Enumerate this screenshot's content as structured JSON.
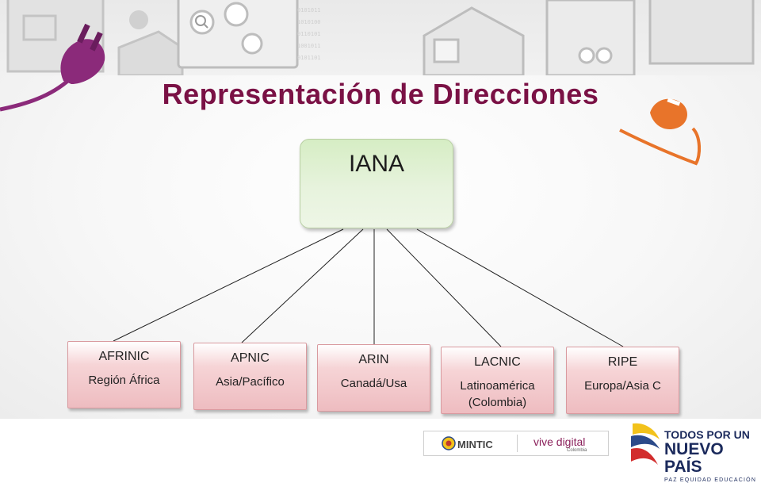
{
  "slide": {
    "title": "Representación de Direcciones"
  },
  "diagram": {
    "root": {
      "label": "IANA"
    },
    "children": [
      {
        "name": "AFRINIC",
        "region": "Región África"
      },
      {
        "name": "APNIC",
        "region": "Asia/Pacífico"
      },
      {
        "name": "ARIN",
        "region": "Canadá/Usa"
      },
      {
        "name": "LACNIC",
        "region": "Latinoamérica (Colombia)"
      },
      {
        "name": "RIPE",
        "region": "Europa/Asia C"
      }
    ]
  },
  "footer": {
    "mintic": "MINTIC",
    "vive_digital": "vive digital",
    "vive_digital_sub": "Colombia",
    "campaign_line1": "TODOS POR UN",
    "campaign_line2": "NUEVO PAÍS",
    "campaign_line3": "PAZ  EQUIDAD  EDUCACIÓN"
  },
  "colors": {
    "title": "#7a1145",
    "root_fill": "#d6edc4",
    "node_fill": "#eebcc0",
    "plug_purple": "#8b2a7a",
    "plug_orange": "#e8742a"
  },
  "icons": [
    "computer-illustration-icon",
    "shopping-cart-icon",
    "magnifier-icon",
    "house-illustration-icon",
    "power-plug-icon"
  ]
}
